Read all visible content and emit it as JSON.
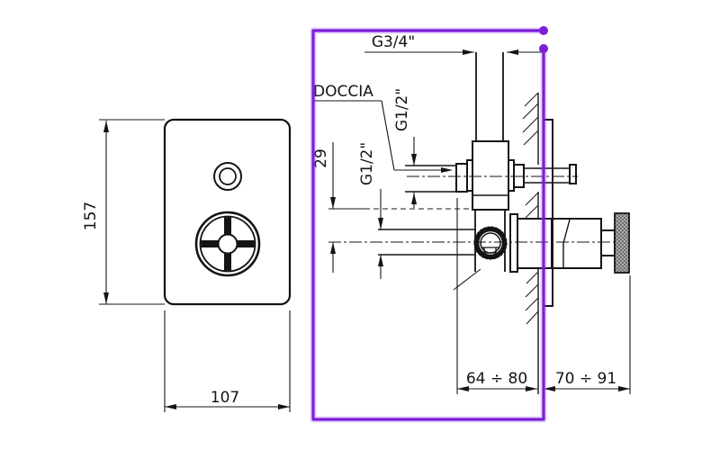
{
  "app": {
    "background": "#ffffff",
    "line_color": "#141414",
    "annotation_color": "#7d1ed8"
  },
  "front_view": {
    "height_dim": "157",
    "width_dim": "107"
  },
  "section_view": {
    "riser_thread": "G3/4\"",
    "shower_label": "DOCCIA",
    "inlet_thread": "G1/2\"",
    "shower_outlet_thread": "G1/2\"",
    "center_offset": "29",
    "recess_depth_range": "64 ÷ 80",
    "protrusion_range": "70 ÷ 91"
  }
}
